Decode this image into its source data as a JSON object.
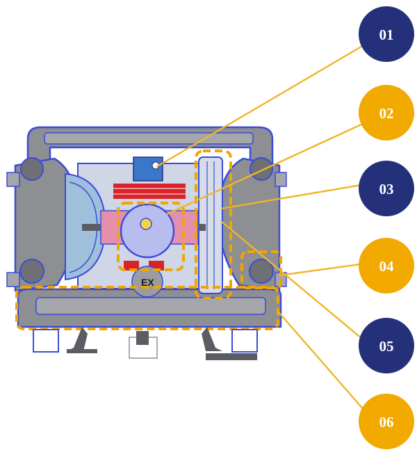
{
  "colors": {
    "navy": "#24317a",
    "gold": "#f2a900",
    "leader": "#efb52a",
    "outline": "#3c4bd6",
    "body_gray": "#8d8f93",
    "dark_gray": "#5b5d62",
    "red": "#d8232a",
    "pink": "#e58fae",
    "lavender": "#b8bdf0",
    "blue_part": "#3a77c9",
    "dash_orange": "#f0a500"
  },
  "callouts": [
    {
      "label": "01",
      "color": "navy"
    },
    {
      "label": "02",
      "color": "gold"
    },
    {
      "label": "03",
      "color": "navy"
    },
    {
      "label": "04",
      "color": "gold"
    },
    {
      "label": "05",
      "color": "navy"
    },
    {
      "label": "06",
      "color": "gold"
    }
  ],
  "illustration": {
    "subject": "pump cross-section",
    "nameplate_text": "EX"
  }
}
